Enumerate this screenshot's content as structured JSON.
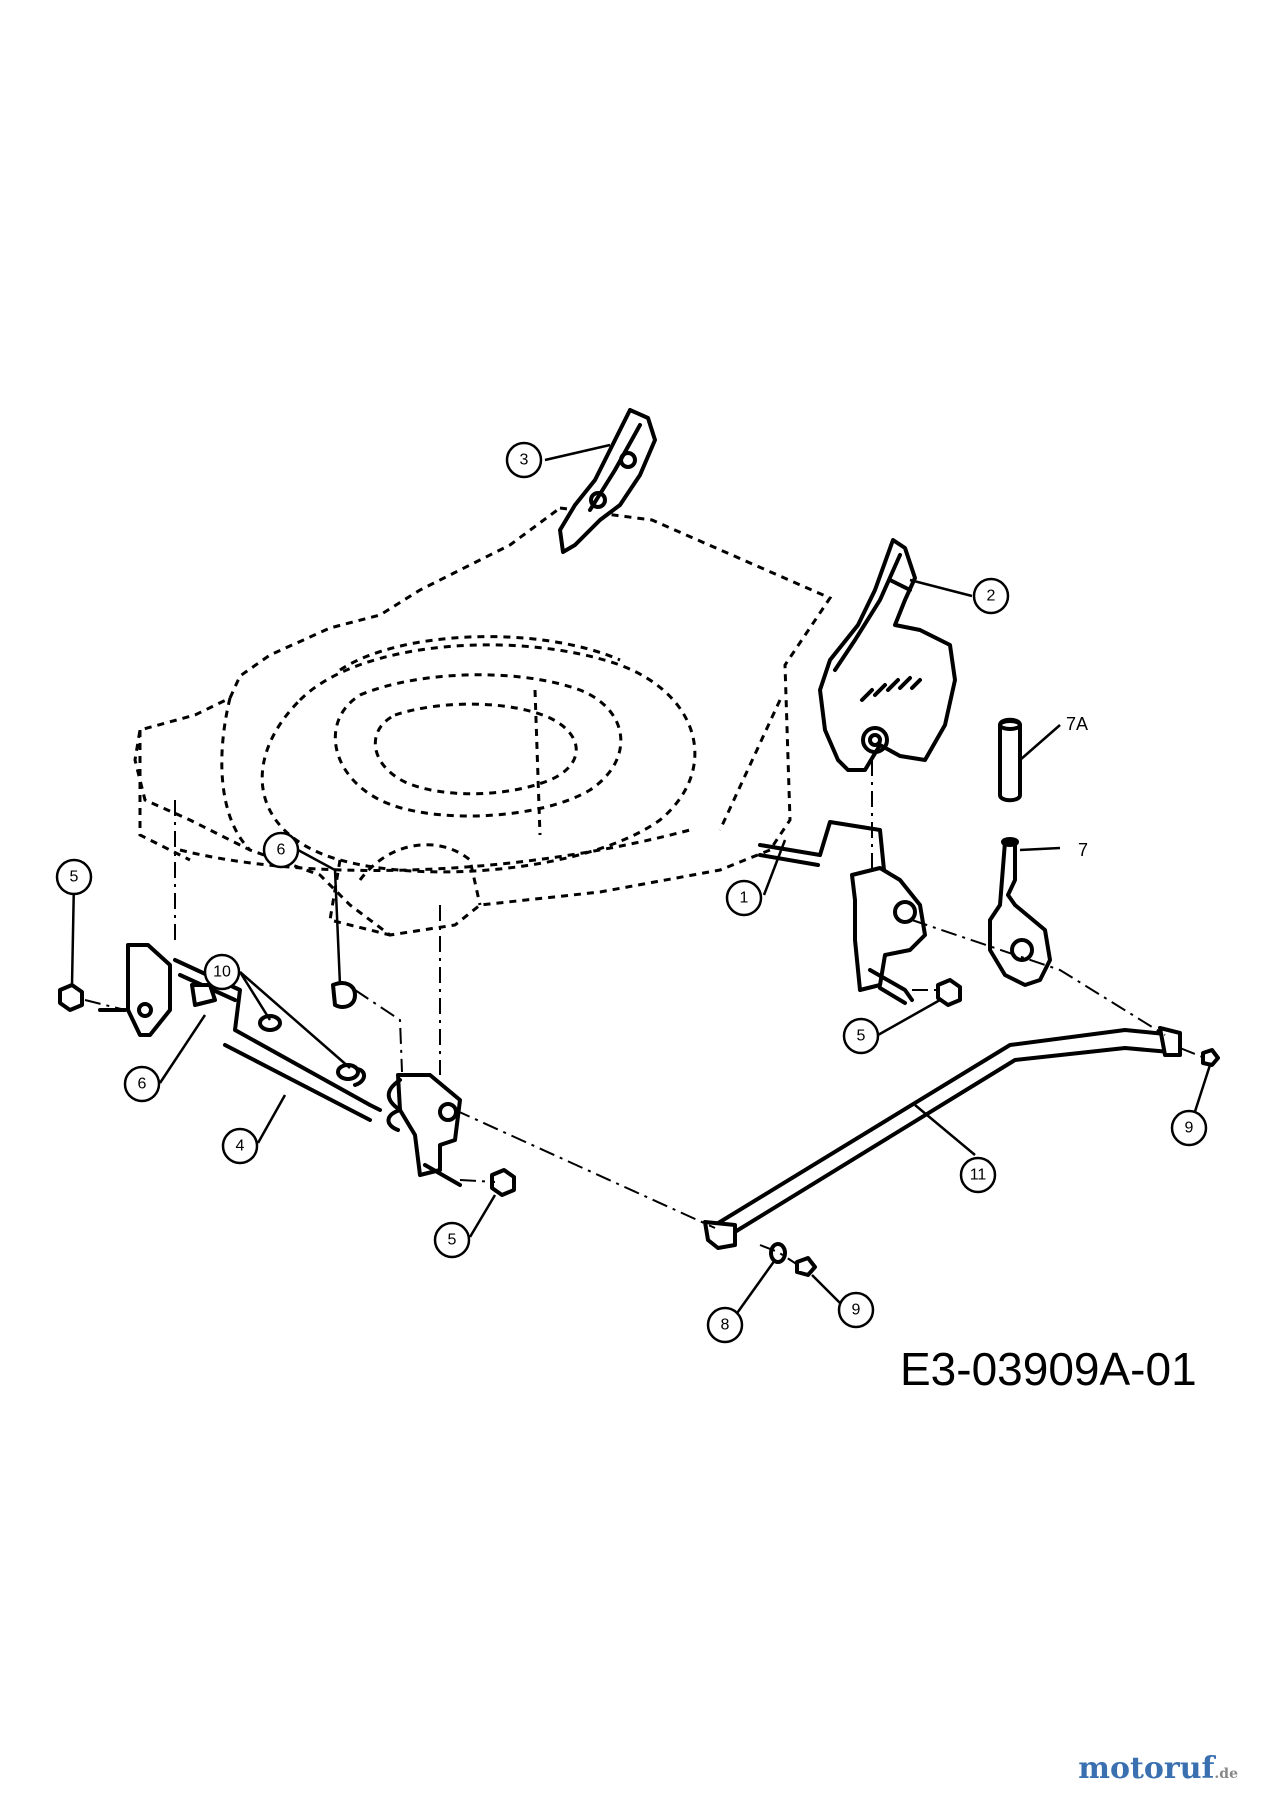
{
  "drawing_code": "E3-03909A-01",
  "brand": {
    "name": "motoruf",
    "suffix": ".de"
  },
  "callouts": [
    {
      "id": "c3",
      "text": "3"
    },
    {
      "id": "c2",
      "text": "2"
    },
    {
      "id": "c7a",
      "text": "7A"
    },
    {
      "id": "c7",
      "text": "7"
    },
    {
      "id": "c1",
      "text": "1"
    },
    {
      "id": "c5a",
      "text": "5"
    },
    {
      "id": "c5b",
      "text": "5"
    },
    {
      "id": "c5c",
      "text": "5"
    },
    {
      "id": "c6a",
      "text": "6"
    },
    {
      "id": "c6b",
      "text": "6"
    },
    {
      "id": "c10",
      "text": "10"
    },
    {
      "id": "c4",
      "text": "4"
    },
    {
      "id": "c11",
      "text": "11"
    },
    {
      "id": "c9a",
      "text": "9"
    },
    {
      "id": "c9b",
      "text": "9"
    },
    {
      "id": "c8",
      "text": "8"
    }
  ]
}
